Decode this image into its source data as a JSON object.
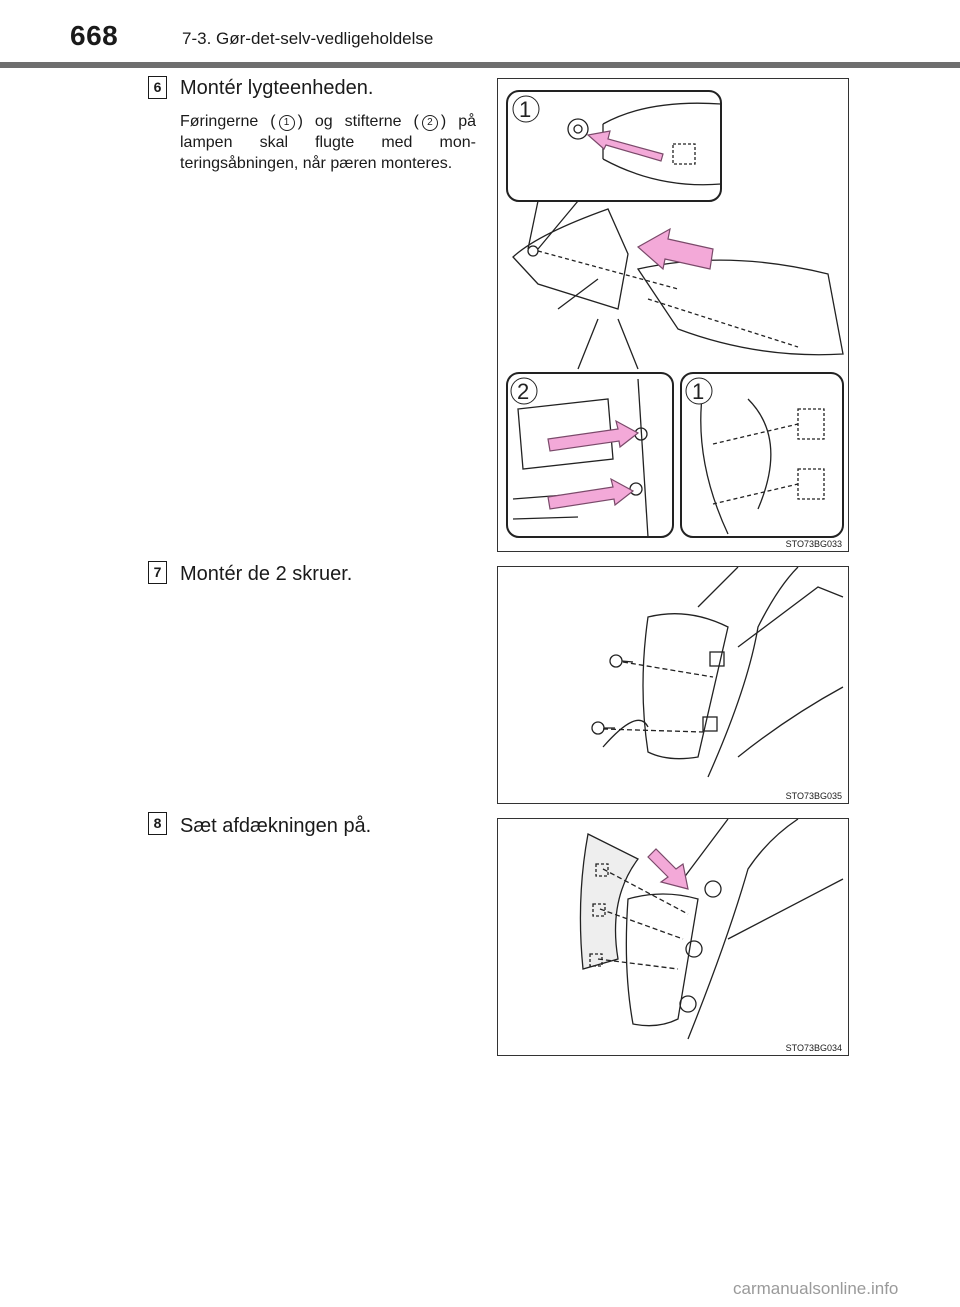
{
  "header": {
    "page_number": "668",
    "section_title": "7-3. Gør-det-selv-vedligeholdelse"
  },
  "steps": [
    {
      "number": "6",
      "title": "Montér lygteenheden.",
      "body_a": "Føringerne (",
      "ref1": "1",
      "body_b": ") og stifterne (",
      "ref2": "2",
      "body_c": ") på lampen skal flugte med mon­teringsåbningen, når pæren monteres.",
      "figure_code": "STO73BG033",
      "callouts": [
        "1",
        "2",
        "1"
      ]
    },
    {
      "number": "7",
      "title": "Montér de 2 skruer.",
      "figure_code": "STO73BG035"
    },
    {
      "number": "8",
      "title": "Sæt afdækningen på.",
      "figure_code": "STO73BG034"
    }
  ],
  "footer": {
    "watermark": "carmanualsonline.info"
  },
  "colors": {
    "arrow_fill": "#f3a9d8",
    "arrow_stroke": "#7a4a6a",
    "rule": "#6e6e6e"
  }
}
